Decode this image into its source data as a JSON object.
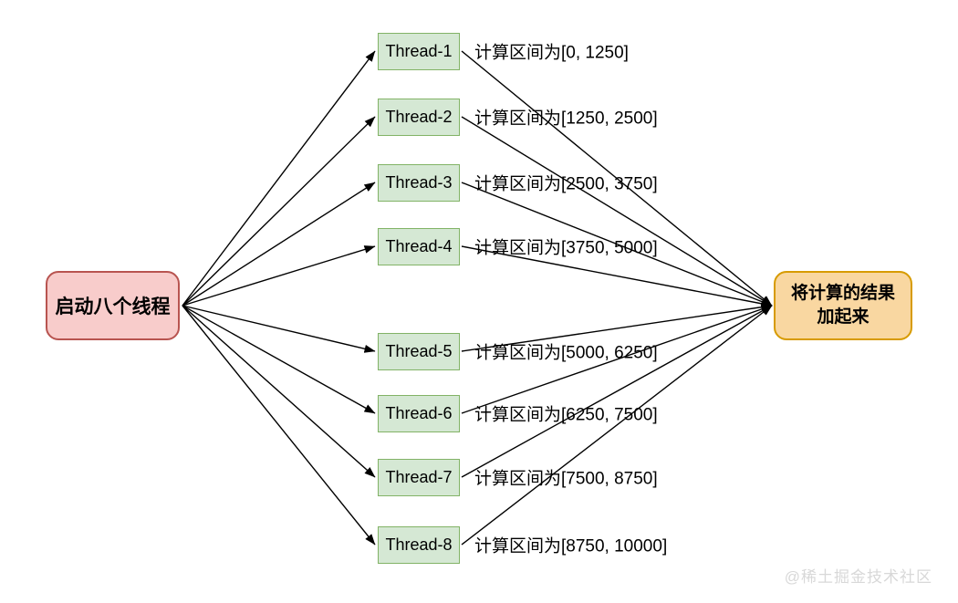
{
  "diagram": {
    "start_node": {
      "label": "启动八个线程"
    },
    "end_node": {
      "line1": "将计算的结果",
      "line2": "加起来"
    },
    "threads": [
      {
        "name": "Thread-1",
        "interval": "计算区间为[0, 1250]"
      },
      {
        "name": "Thread-2",
        "interval": "计算区间为[1250, 2500]"
      },
      {
        "name": "Thread-3",
        "interval": "计算区间为[2500, 3750]"
      },
      {
        "name": "Thread-4",
        "interval": "计算区间为[3750, 5000]"
      },
      {
        "name": "Thread-5",
        "interval": "计算区间为[5000, 6250]"
      },
      {
        "name": "Thread-6",
        "interval": "计算区间为[6250, 7500]"
      },
      {
        "name": "Thread-7",
        "interval": "计算区间为[7500, 8750]"
      },
      {
        "name": "Thread-8",
        "interval": "计算区间为[8750, 10000]"
      }
    ],
    "colors": {
      "start_fill": "#F8CCCB",
      "start_border": "#B85450",
      "thread_fill": "#D5E8D4",
      "thread_border": "#82B366",
      "end_fill": "#F9D7A1",
      "end_border": "#D79B00",
      "edge": "#000000"
    }
  },
  "watermark": {
    "text": "@稀土掘金技术社区"
  }
}
